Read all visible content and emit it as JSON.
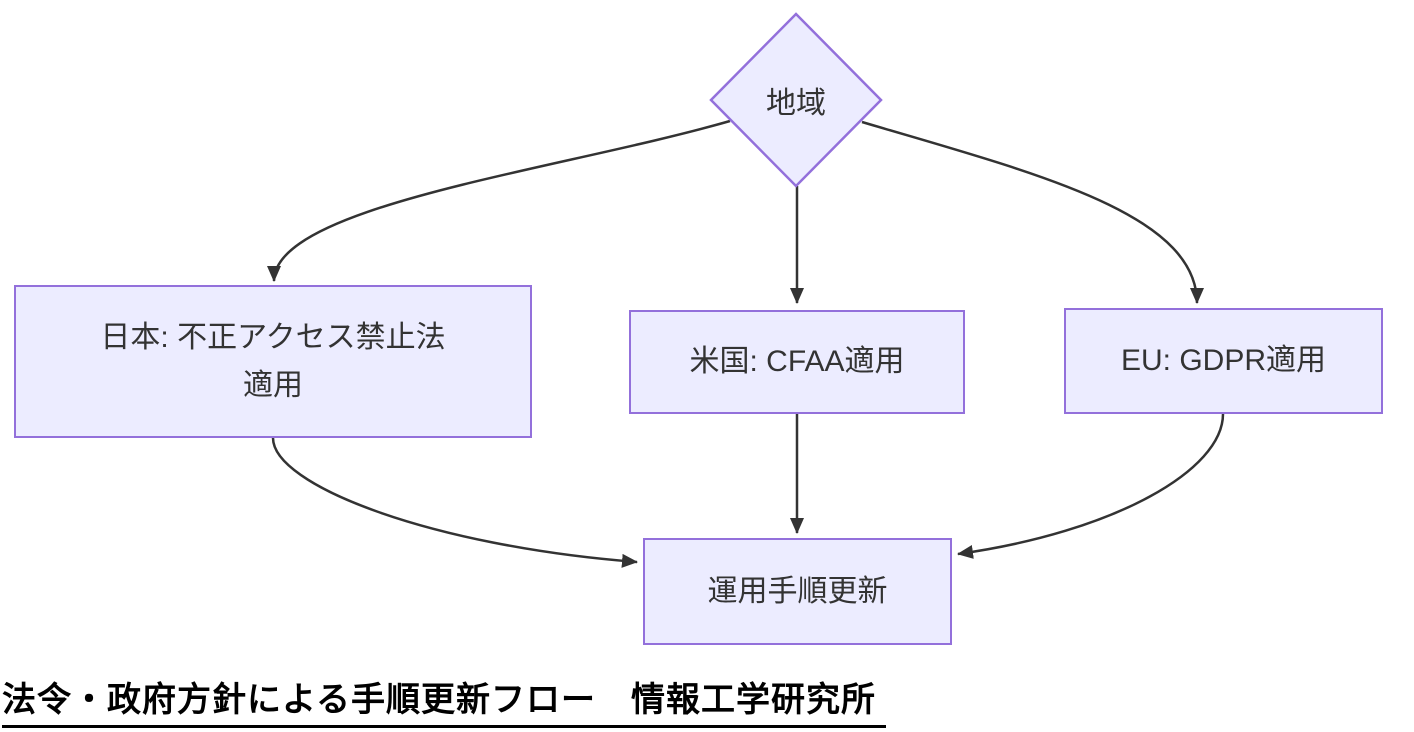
{
  "diagram": {
    "type": "flowchart",
    "direction": "top-down",
    "nodes": {
      "decision": {
        "label": "地域",
        "shape": "diamond"
      },
      "japan": {
        "shape": "rect",
        "lines": [
          "日本: 不正アクセス禁止法",
          "適用"
        ],
        "label": "日本: 不正アクセス禁止法 適用"
      },
      "us": {
        "shape": "rect",
        "label": "米国: CFAA適用"
      },
      "eu": {
        "shape": "rect",
        "label": "EU: GDPR適用"
      },
      "update": {
        "shape": "rect",
        "label": "運用手順更新"
      }
    },
    "edges": [
      {
        "from": "decision",
        "to": "japan"
      },
      {
        "from": "decision",
        "to": "us"
      },
      {
        "from": "decision",
        "to": "eu"
      },
      {
        "from": "japan",
        "to": "update"
      },
      {
        "from": "us",
        "to": "update"
      },
      {
        "from": "eu",
        "to": "update"
      }
    ],
    "colors": {
      "node_fill": "#ECECFF",
      "node_border": "#9370DB",
      "edge": "#333333",
      "node_text": "#333333",
      "caption_text": "#000000"
    }
  },
  "caption": "法令・政府方針による手順更新フロー　情報工学研究所"
}
